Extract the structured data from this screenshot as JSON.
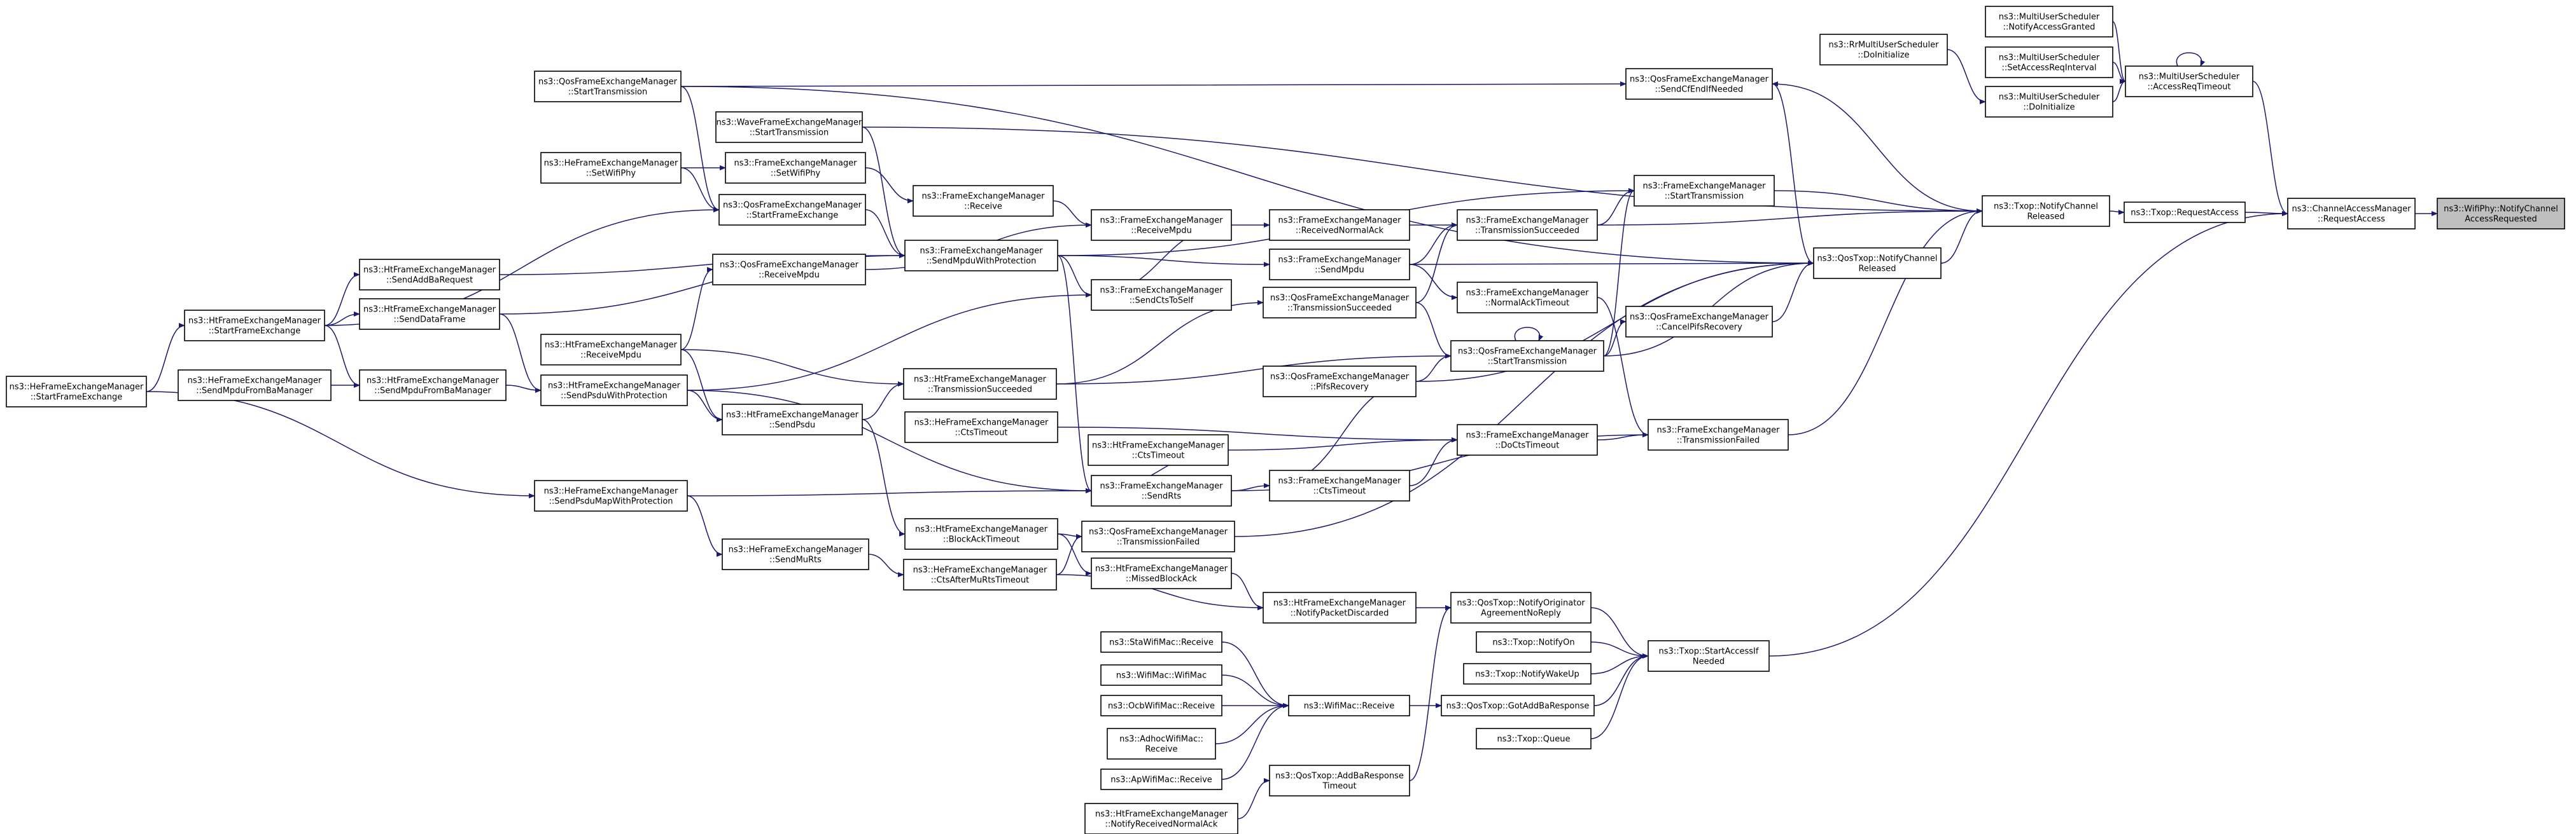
{
  "diagram": {
    "root": "WiFiPhy_NotifyChannelAccessRequested",
    "nodes": [
      {
        "id": "WiFiPhy_NotifyChannelAccessRequested",
        "label": [
          "ns3::WifiPhy::NotifyChannel",
          "AccessRequested"
        ],
        "highlight": true
      },
      {
        "id": "ChannelAccessManager_RequestAccess",
        "label": [
          "ns3::ChannelAccessManager",
          "::RequestAccess"
        ]
      },
      {
        "id": "Txop_RequestAccess",
        "label": [
          "ns3::Txop::RequestAccess"
        ]
      },
      {
        "id": "Txop_NotifyChannelReleased",
        "label": [
          "ns3::Txop::NotifyChannel",
          "Released"
        ]
      },
      {
        "id": "QosTxop_NotifyChannelReleased",
        "label": [
          "ns3::QosTxop::NotifyChannel",
          "Released"
        ]
      },
      {
        "id": "Txop_StartAccessIfNeeded",
        "label": [
          "ns3::Txop::StartAccessIf",
          "Needed"
        ]
      },
      {
        "id": "MUS_AccessReqTimeout",
        "label": [
          "ns3::MultiUserScheduler",
          "::AccessReqTimeout"
        ]
      },
      {
        "id": "MUS_NotifyAccessGranted",
        "label": [
          "ns3::MultiUserScheduler",
          "::NotifyAccessGranted"
        ]
      },
      {
        "id": "MUS_SetAccessReqInterval",
        "label": [
          "ns3::MultiUserScheduler",
          "::SetAccessReqInterval"
        ]
      },
      {
        "id": "MUS_DoInitialize",
        "label": [
          "ns3::MultiUserScheduler",
          "::DoInitialize"
        ]
      },
      {
        "id": "RrMUS_DoInitialize",
        "label": [
          "ns3::RrMultiUserScheduler",
          "::DoInitialize"
        ]
      },
      {
        "id": "QosFEM_SendCfEndIfNeeded",
        "label": [
          "ns3::QosFrameExchangeManager",
          "::SendCfEndIfNeeded"
        ]
      },
      {
        "id": "QosFEM_StartTransmission_top",
        "label": [
          "ns3::QosFrameExchangeManager",
          "::StartTransmission"
        ]
      },
      {
        "id": "WaveFEM_StartTransmission",
        "label": [
          "ns3::WaveFrameExchangeManager",
          "::StartTransmission"
        ]
      },
      {
        "id": "FEM_StartTransmission",
        "label": [
          "ns3::FrameExchangeManager",
          "::StartTransmission"
        ]
      },
      {
        "id": "FEM_TransmissionSucceeded",
        "label": [
          "ns3::FrameExchangeManager",
          "::TransmissionSucceeded"
        ]
      },
      {
        "id": "FEM_ReceivedNormalAck",
        "label": [
          "ns3::FrameExchangeManager",
          "::ReceivedNormalAck"
        ]
      },
      {
        "id": "FEM_ReceiveMpdu",
        "label": [
          "ns3::FrameExchangeManager",
          "::ReceiveMpdu"
        ]
      },
      {
        "id": "FEM_Receive",
        "label": [
          "ns3::FrameExchangeManager",
          "::Receive"
        ]
      },
      {
        "id": "FEM_SetWifiPhy",
        "label": [
          "ns3::FrameExchangeManager",
          "::SetWifiPhy"
        ]
      },
      {
        "id": "HeFEM_SetWifiPhy",
        "label": [
          "ns3::HeFrameExchangeManager",
          "::SetWifiPhy"
        ]
      },
      {
        "id": "QosFEM_StartFrameExchange",
        "label": [
          "ns3::QosFrameExchangeManager",
          "::StartFrameExchange"
        ]
      },
      {
        "id": "FEM_SendMpduWithProtection",
        "label": [
          "ns3::FrameExchangeManager",
          "::SendMpduWithProtection"
        ]
      },
      {
        "id": "FEM_SendMpdu",
        "label": [
          "ns3::FrameExchangeManager",
          "::SendMpdu"
        ]
      },
      {
        "id": "FEM_NormalAckTimeout",
        "label": [
          "ns3::FrameExchangeManager",
          "::NormalAckTimeout"
        ]
      },
      {
        "id": "QosFEM_CancelPifsRecovery",
        "label": [
          "ns3::QosFrameExchangeManager",
          "::CancelPifsRecovery"
        ]
      },
      {
        "id": "QosFEM_TransmissionSucceeded",
        "label": [
          "ns3::QosFrameExchangeManager",
          "::TransmissionSucceeded"
        ]
      },
      {
        "id": "QosFEM_StartTransmission",
        "label": [
          "ns3::QosFrameExchangeManager",
          "::StartTransmission"
        ]
      },
      {
        "id": "QosFEM_PifsRecovery",
        "label": [
          "ns3::QosFrameExchangeManager",
          "::PifsRecovery"
        ]
      },
      {
        "id": "FEM_SendCtsToSelf",
        "label": [
          "ns3::FrameExchangeManager",
          "::SendCtsToSelf"
        ]
      },
      {
        "id": "QosFEM_ReceiveMpdu",
        "label": [
          "ns3::QosFrameExchangeManager",
          "::ReceiveMpdu"
        ]
      },
      {
        "id": "HtFEM_SendAddBaRequest",
        "label": [
          "ns3::HtFrameExchangeManager",
          "::SendAddBaRequest"
        ]
      },
      {
        "id": "HtFEM_StartFrameExchange",
        "label": [
          "ns3::HtFrameExchangeManager",
          "::StartFrameExchange"
        ]
      },
      {
        "id": "HtFEM_SendDataFrame",
        "label": [
          "ns3::HtFrameExchangeManager",
          "::SendDataFrame"
        ]
      },
      {
        "id": "HeFEM_StartFrameExchange",
        "label": [
          "ns3::HeFrameExchangeManager",
          "::StartFrameExchange"
        ]
      },
      {
        "id": "HtFEM_ReceiveMpdu",
        "label": [
          "ns3::HtFrameExchangeManager",
          "::ReceiveMpdu"
        ]
      },
      {
        "id": "HtFEM_SendMpduFromBaManager",
        "label": [
          "ns3::HtFrameExchangeManager",
          "::SendMpduFromBaManager"
        ]
      },
      {
        "id": "HeFEM_SendMpduFromBaManager",
        "label": [
          "ns3::HeFrameExchangeManager",
          "::SendMpduFromBaManager"
        ]
      },
      {
        "id": "HtFEM_SendPsduWithProtection",
        "label": [
          "ns3::HtFrameExchangeManager",
          "::SendPsduWithProtection"
        ]
      },
      {
        "id": "HtFEM_TransmissionSucceeded",
        "label": [
          "ns3::HtFrameExchangeManager",
          "::TransmissionSucceeded"
        ]
      },
      {
        "id": "HtFEM_SendPsdu",
        "label": [
          "ns3::HtFrameExchangeManager",
          "::SendPsdu"
        ]
      },
      {
        "id": "HeFEM_CtsTimeout",
        "label": [
          "ns3::HeFrameExchangeManager",
          "::CtsTimeout"
        ]
      },
      {
        "id": "HtFEM_CtsTimeout",
        "label": [
          "ns3::HtFrameExchangeManager",
          "::CtsTimeout"
        ]
      },
      {
        "id": "FEM_DoCtsTimeout",
        "label": [
          "ns3::FrameExchangeManager",
          "::DoCtsTimeout"
        ]
      },
      {
        "id": "FEM_CtsTimeout",
        "label": [
          "ns3::FrameExchangeManager",
          "::CtsTimeout"
        ]
      },
      {
        "id": "FEM_TransmissionFailed",
        "label": [
          "ns3::FrameExchangeManager",
          "::TransmissionFailed"
        ]
      },
      {
        "id": "FEM_SendRts",
        "label": [
          "ns3::FrameExchangeManager",
          "::SendRts"
        ]
      },
      {
        "id": "HeFEM_SendPsduMapWithProtection",
        "label": [
          "ns3::HeFrameExchangeManager",
          "::SendPsduMapWithProtection"
        ]
      },
      {
        "id": "HtFEM_BlockAckTimeout",
        "label": [
          "ns3::HtFrameExchangeManager",
          "::BlockAckTimeout"
        ]
      },
      {
        "id": "QosFEM_TransmissionFailed",
        "label": [
          "ns3::QosFrameExchangeManager",
          "::TransmissionFailed"
        ]
      },
      {
        "id": "HtFEM_MissedBlockAck",
        "label": [
          "ns3::HtFrameExchangeManager",
          "::MissedBlockAck"
        ]
      },
      {
        "id": "HeFEM_SendMuRts",
        "label": [
          "ns3::HeFrameExchangeManager",
          "::SendMuRts"
        ]
      },
      {
        "id": "HeFEM_CtsAfterMuRtsTimeout",
        "label": [
          "ns3::HeFrameExchangeManager",
          "::CtsAfterMuRtsTimeout"
        ]
      },
      {
        "id": "HtFEM_NotifyPacketDiscarded",
        "label": [
          "ns3::HtFrameExchangeManager",
          "::NotifyPacketDiscarded"
        ]
      },
      {
        "id": "QosTxop_NotifyOriginatorAgreementNoReply",
        "label": [
          "ns3::QosTxop::NotifyOriginator",
          "AgreementNoReply"
        ]
      },
      {
        "id": "Txop_NotifyOn",
        "label": [
          "ns3::Txop::NotifyOn"
        ]
      },
      {
        "id": "Txop_NotifyWakeUp",
        "label": [
          "ns3::Txop::NotifyWakeUp"
        ]
      },
      {
        "id": "QosTxop_GotAddBaResponse",
        "label": [
          "ns3::QosTxop::GotAddBaResponse"
        ]
      },
      {
        "id": "Txop_Queue",
        "label": [
          "ns3::Txop::Queue"
        ]
      },
      {
        "id": "WifiMac_Receive",
        "label": [
          "ns3::WifiMac::Receive"
        ]
      },
      {
        "id": "StaWifiMac_Receive",
        "label": [
          "ns3::StaWifiMac::Receive"
        ]
      },
      {
        "id": "WifiMac_WifiMac",
        "label": [
          "ns3::WifiMac::WifiMac"
        ]
      },
      {
        "id": "OcbWifiMac_Receive",
        "label": [
          "ns3::OcbWifiMac::Receive"
        ]
      },
      {
        "id": "AdhocWifiMac_Receive",
        "label": [
          "ns3::AdhocWifiMac::",
          "Receive"
        ]
      },
      {
        "id": "ApWifiMac_Receive",
        "label": [
          "ns3::ApWifiMac::Receive"
        ]
      },
      {
        "id": "QosTxop_AddBaResponseTimeout",
        "label": [
          "ns3::QosTxop::AddBaResponse",
          "Timeout"
        ]
      },
      {
        "id": "HtFEM_NotifyReceivedNormalAck",
        "label": [
          "ns3::HtFrameExchangeManager",
          "::NotifyReceivedNormalAck"
        ]
      }
    ],
    "edges": [
      [
        "ChannelAccessManager_RequestAccess",
        "WiFiPhy_NotifyChannelAccessRequested"
      ],
      [
        "Txop_RequestAccess",
        "ChannelAccessManager_RequestAccess"
      ],
      [
        "MUS_AccessReqTimeout",
        "ChannelAccessManager_RequestAccess"
      ],
      [
        "Txop_StartAccessIfNeeded",
        "ChannelAccessManager_RequestAccess"
      ],
      [
        "Txop_NotifyChannelReleased",
        "Txop_RequestAccess"
      ],
      [
        "MUS_AccessReqTimeout",
        "MUS_AccessReqTimeout"
      ],
      [
        "MUS_NotifyAccessGranted",
        "MUS_AccessReqTimeout"
      ],
      [
        "MUS_SetAccessReqInterval",
        "MUS_AccessReqTimeout"
      ],
      [
        "MUS_DoInitialize",
        "MUS_AccessReqTimeout"
      ],
      [
        "RrMUS_DoInitialize",
        "MUS_DoInitialize"
      ],
      [
        "QosFEM_SendCfEndIfNeeded",
        "Txop_NotifyChannelReleased"
      ],
      [
        "WaveFEM_StartTransmission",
        "Txop_NotifyChannelReleased"
      ],
      [
        "FEM_StartTransmission",
        "Txop_NotifyChannelReleased"
      ],
      [
        "FEM_TransmissionSucceeded",
        "Txop_NotifyChannelReleased"
      ],
      [
        "QosTxop_NotifyChannelReleased",
        "Txop_NotifyChannelReleased"
      ],
      [
        "FEM_TransmissionFailed",
        "Txop_NotifyChannelReleased"
      ],
      [
        "QosTxop_NotifyChannelReleased",
        "QosFEM_SendCfEndIfNeeded"
      ],
      [
        "QosFEM_StartTransmission_top",
        "QosFEM_SendCfEndIfNeeded"
      ],
      [
        "QosFEM_StartTransmission_top",
        "QosTxop_NotifyChannelReleased"
      ],
      [
        "FEM_SendMpdu",
        "QosTxop_NotifyChannelReleased"
      ],
      [
        "QosFEM_CancelPifsRecovery",
        "QosTxop_NotifyChannelReleased"
      ],
      [
        "QosFEM_StartTransmission",
        "QosTxop_NotifyChannelReleased"
      ],
      [
        "QosFEM_PifsRecovery",
        "QosTxop_NotifyChannelReleased"
      ],
      [
        "QosFEM_TransmissionFailed",
        "QosTxop_NotifyChannelReleased"
      ],
      [
        "FEM_TransmissionSucceeded",
        "FEM_StartTransmission"
      ],
      [
        "QosFEM_StartTransmission",
        "FEM_StartTransmission"
      ],
      [
        "FEM_ReceivedNormalAck",
        "FEM_TransmissionSucceeded"
      ],
      [
        "FEM_SendMpdu",
        "FEM_TransmissionSucceeded"
      ],
      [
        "QosFEM_TransmissionSucceeded",
        "FEM_TransmissionSucceeded"
      ],
      [
        "FEM_ReceiveMpdu",
        "FEM_ReceivedNormalAck"
      ],
      [
        "FEM_Receive",
        "FEM_ReceiveMpdu"
      ],
      [
        "FEM_SendCtsToSelf",
        "FEM_ReceiveMpdu"
      ],
      [
        "FEM_SetWifiPhy",
        "FEM_Receive"
      ],
      [
        "HeFEM_SetWifiPhy",
        "FEM_SetWifiPhy"
      ],
      [
        "FEM_SendMpduWithProtection",
        "FEM_SendMpdu"
      ],
      [
        "FEM_SendMpdu",
        "FEM_NormalAckTimeout"
      ],
      [
        "FEM_NormalAckTimeout",
        "FEM_TransmissionFailed"
      ],
      [
        "QosFEM_TransmissionSucceeded",
        "QosFEM_StartTransmission"
      ],
      [
        "QosFEM_StartTransmission",
        "QosFEM_StartTransmission"
      ],
      [
        "QosFEM_StartTransmission",
        "QosFEM_CancelPifsRecovery"
      ],
      [
        "QosFEM_PifsRecovery",
        "QosFEM_StartTransmission"
      ],
      [
        "HtFEM_TransmissionSucceeded",
        "QosFEM_TransmissionSucceeded"
      ],
      [
        "HtFEM_TransmissionSucceeded",
        "QosFEM_StartTransmission"
      ],
      [
        "FEM_CtsTimeout",
        "QosFEM_PifsRecovery"
      ],
      [
        "FEM_SendMpduWithProtection",
        "FEM_StartTransmission"
      ],
      [
        "QosFEM_StartFrameExchange",
        "FEM_SendMpduWithProtection"
      ],
      [
        "WaveFEM_StartTransmission",
        "FEM_SendMpduWithProtection"
      ],
      [
        "HtFEM_SendAddBaRequest",
        "FEM_SendMpduWithProtection"
      ],
      [
        "HtFEM_SendDataFrame",
        "FEM_SendMpduWithProtection"
      ],
      [
        "FEM_SendMpduWithProtection",
        "FEM_SendCtsToSelf"
      ],
      [
        "FEM_SendMpduWithProtection",
        "FEM_SendRts"
      ],
      [
        "QosFEM_StartTransmission_top",
        "QosFEM_StartFrameExchange"
      ],
      [
        "HeFEM_SetWifiPhy",
        "QosFEM_StartFrameExchange"
      ],
      [
        "HtFEM_StartFrameExchange",
        "QosFEM_StartFrameExchange"
      ],
      [
        "HtFEM_StartFrameExchange",
        "HtFEM_SendAddBaRequest"
      ],
      [
        "HtFEM_StartFrameExchange",
        "HtFEM_SendDataFrame"
      ],
      [
        "HtFEM_StartFrameExchange",
        "HtFEM_SendMpduFromBaManager"
      ],
      [
        "HeFEM_StartFrameExchange",
        "HtFEM_StartFrameExchange"
      ],
      [
        "HtFEM_SendDataFrame",
        "HtFEM_SendPsduWithProtection"
      ],
      [
        "HtFEM_SendMpduFromBaManager",
        "HtFEM_SendPsduWithProtection"
      ],
      [
        "HeFEM_SendMpduFromBaManager",
        "HtFEM_SendMpduFromBaManager"
      ],
      [
        "HtFEM_SendPsduWithProtection",
        "FEM_SendCtsToSelf"
      ],
      [
        "HtFEM_SendPsduWithProtection",
        "HtFEM_SendPsdu"
      ],
      [
        "HtFEM_SendPsduWithProtection",
        "FEM_SendRts"
      ],
      [
        "HtFEM_ReceiveMpdu",
        "QosFEM_ReceiveMpdu"
      ],
      [
        "HtFEM_ReceiveMpdu",
        "HtFEM_TransmissionSucceeded"
      ],
      [
        "HtFEM_ReceiveMpdu",
        "HtFEM_SendPsdu"
      ],
      [
        "QosFEM_ReceiveMpdu",
        "FEM_ReceiveMpdu"
      ],
      [
        "HtFEM_SendPsdu",
        "HtFEM_TransmissionSucceeded"
      ],
      [
        "HtFEM_SendPsdu",
        "HtFEM_BlockAckTimeout"
      ],
      [
        "HeFEM_CtsTimeout",
        "FEM_DoCtsTimeout"
      ],
      [
        "HtFEM_CtsTimeout",
        "FEM_DoCtsTimeout"
      ],
      [
        "FEM_CtsTimeout",
        "FEM_DoCtsTimeout"
      ],
      [
        "FEM_DoCtsTimeout",
        "FEM_TransmissionFailed"
      ],
      [
        "FEM_SendRts",
        "HtFEM_CtsTimeout"
      ],
      [
        "FEM_SendRts",
        "FEM_CtsTimeout"
      ],
      [
        "FEM_SendRts",
        "FEM_TransmissionFailed"
      ],
      [
        "HeFEM_StartFrameExchange",
        "HeFEM_SendPsduMapWithProtection"
      ],
      [
        "HeFEM_SendPsduMapWithProtection",
        "FEM_SendRts"
      ],
      [
        "HeFEM_SendPsduMapWithProtection",
        "HeFEM_SendMuRts"
      ],
      [
        "HtFEM_BlockAckTimeout",
        "QosFEM_TransmissionFailed"
      ],
      [
        "HtFEM_BlockAckTimeout",
        "HtFEM_MissedBlockAck"
      ],
      [
        "HeFEM_SendMuRts",
        "HeFEM_CtsAfterMuRtsTimeout"
      ],
      [
        "HeFEM_CtsAfterMuRtsTimeout",
        "QosFEM_TransmissionFailed"
      ],
      [
        "HeFEM_CtsAfterMuRtsTimeout",
        "HtFEM_NotifyPacketDiscarded"
      ],
      [
        "HtFEM_MissedBlockAck",
        "HtFEM_NotifyPacketDiscarded"
      ],
      [
        "HtFEM_NotifyPacketDiscarded",
        "QosTxop_NotifyOriginatorAgreementNoReply"
      ],
      [
        "QosTxop_NotifyOriginatorAgreementNoReply",
        "Txop_StartAccessIfNeeded"
      ],
      [
        "Txop_NotifyOn",
        "Txop_StartAccessIfNeeded"
      ],
      [
        "Txop_NotifyWakeUp",
        "Txop_StartAccessIfNeeded"
      ],
      [
        "QosTxop_GotAddBaResponse",
        "Txop_StartAccessIfNeeded"
      ],
      [
        "Txop_Queue",
        "Txop_StartAccessIfNeeded"
      ],
      [
        "WifiMac_Receive",
        "QosTxop_GotAddBaResponse"
      ],
      [
        "StaWifiMac_Receive",
        "WifiMac_Receive"
      ],
      [
        "WifiMac_WifiMac",
        "WifiMac_Receive"
      ],
      [
        "OcbWifiMac_Receive",
        "WifiMac_Receive"
      ],
      [
        "AdhocWifiMac_Receive",
        "WifiMac_Receive"
      ],
      [
        "ApWifiMac_Receive",
        "WifiMac_Receive"
      ],
      [
        "QosTxop_AddBaResponseTimeout",
        "QosTxop_NotifyOriginatorAgreementNoReply"
      ],
      [
        "HtFEM_NotifyReceivedNormalAck",
        "QosTxop_AddBaResponseTimeout"
      ]
    ]
  }
}
